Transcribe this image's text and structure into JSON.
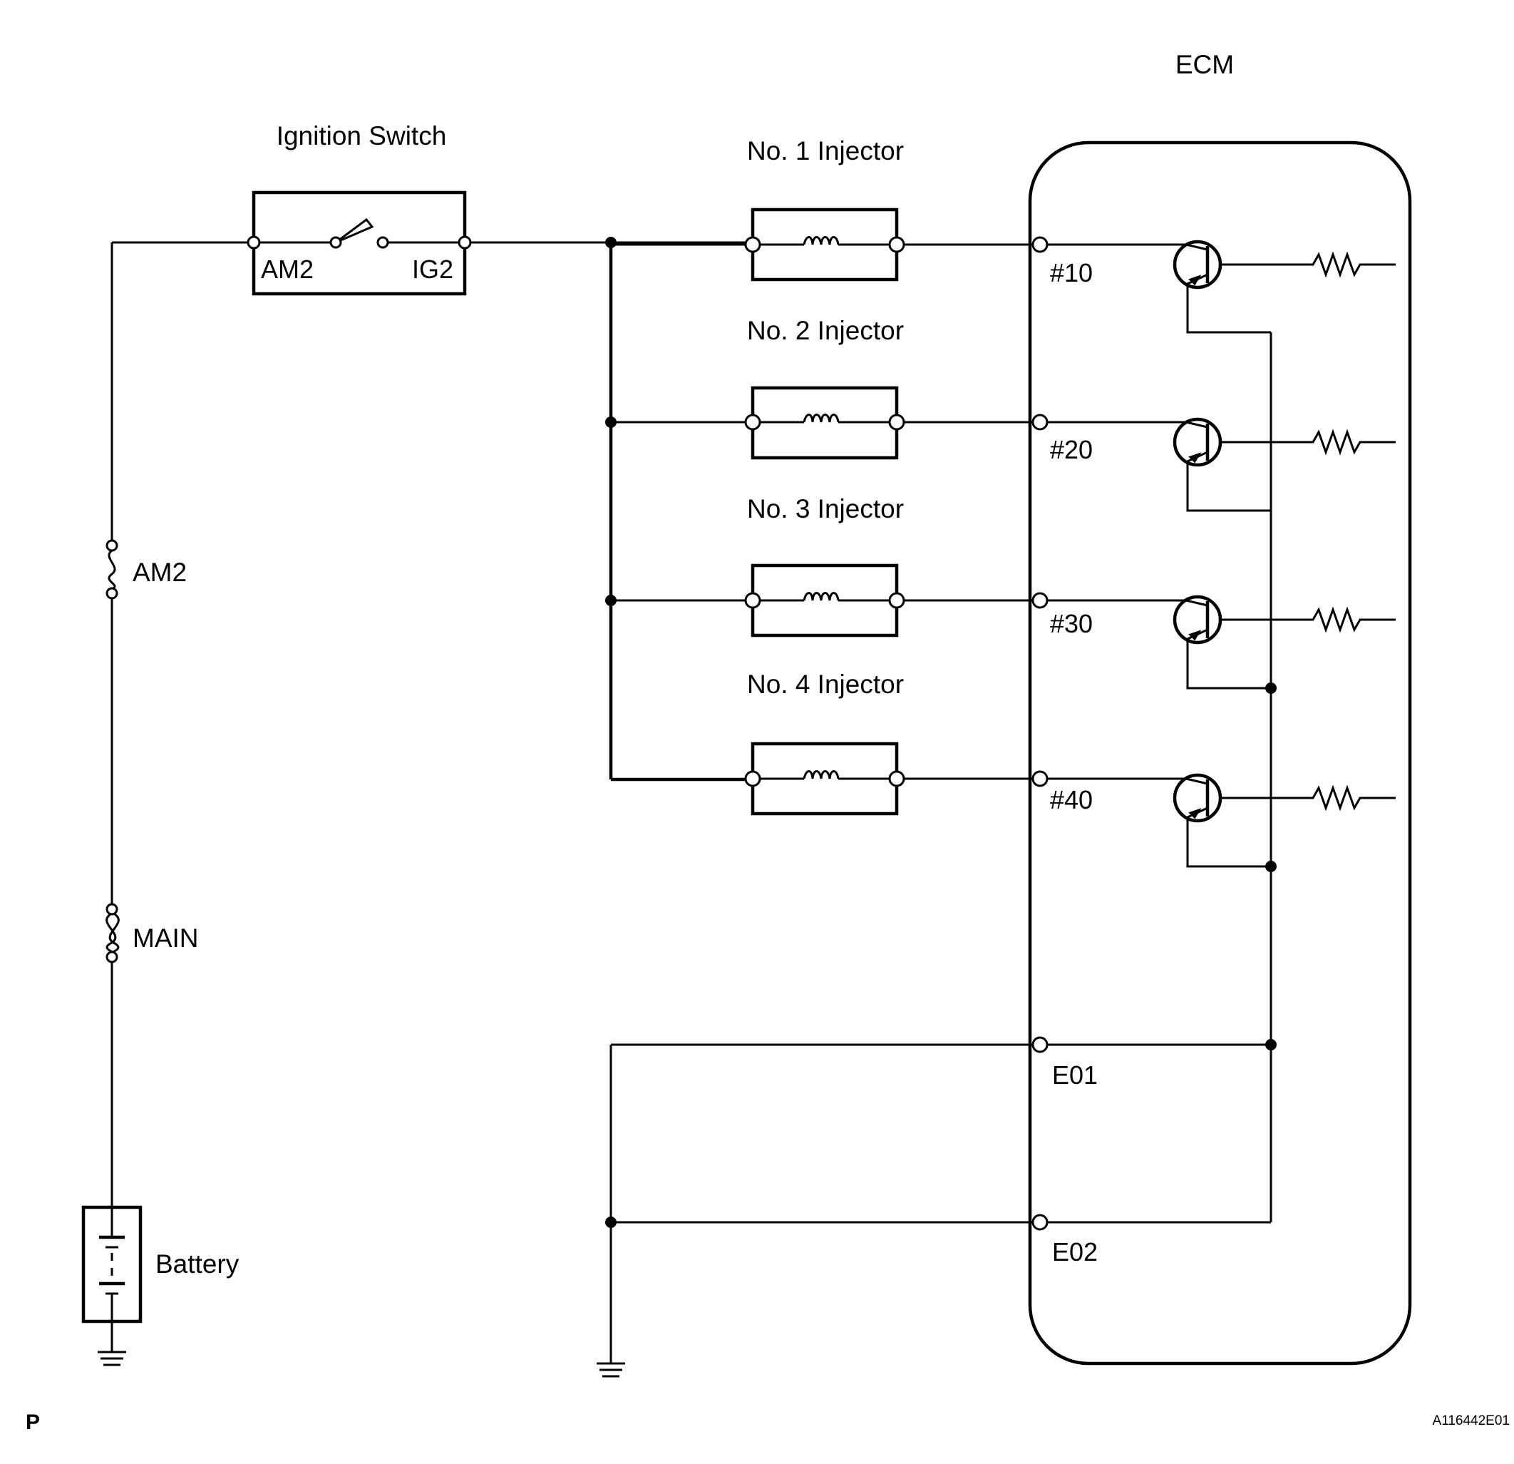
{
  "labels": {
    "ecm": "ECM",
    "ignition_switch": "Ignition Switch",
    "switch_left": "AM2",
    "switch_right": "IG2",
    "fuse_am2": "AM2",
    "fuse_main": "MAIN",
    "battery": "Battery",
    "corner_code": "P",
    "figure_id": "A116442E01"
  },
  "injectors": [
    {
      "name": "No. 1 Injector",
      "pin": "#10"
    },
    {
      "name": "No. 2 Injector",
      "pin": "#20"
    },
    {
      "name": "No. 3 Injector",
      "pin": "#30"
    },
    {
      "name": "No. 4 Injector",
      "pin": "#40"
    }
  ],
  "grounds": [
    {
      "pin": "E01"
    },
    {
      "pin": "E02"
    }
  ]
}
